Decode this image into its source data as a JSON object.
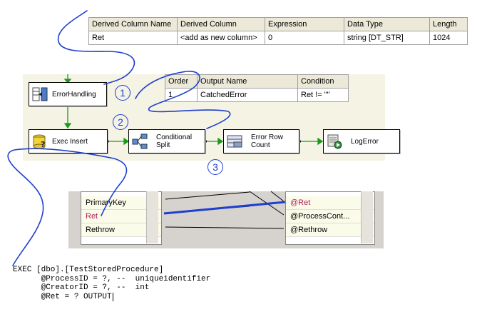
{
  "derived_grid": {
    "headers": [
      "Derived Column Name",
      "Derived Column",
      "Expression",
      "Data Type",
      "Length"
    ],
    "row": [
      "Ret",
      "<add as new column>",
      "0",
      "string [DT_STR]",
      "1024"
    ]
  },
  "split_grid": {
    "headers": [
      "Order",
      "Output Name",
      "Condition"
    ],
    "row": [
      "1",
      "CatchedError",
      "Ret != \"\""
    ]
  },
  "tasks": {
    "error_handling": "ErrorHandling",
    "exec_insert": "Exec Insert",
    "conditional_split": "Conditional Split",
    "error_row_count": "Error Row Count",
    "log_error": "LogError"
  },
  "badges": [
    "1",
    "2",
    "3"
  ],
  "mapping": {
    "input_columns": [
      "PrimaryKey",
      "Ret",
      "Rethrow"
    ],
    "parameters": [
      "@Ret",
      "@ProcessCont...",
      "@Rethrow"
    ]
  },
  "sql": {
    "line1": "EXEC [dbo].[TestStoredProcedure]",
    "line2": "      @ProcessID = ?, --  uniqueidentifier",
    "line3": "      @CreatorID = ?, --  int",
    "line4": "      @Ret = ? OUTPUT"
  },
  "colors": {
    "annotation_blue": "#1f3fcf",
    "flow_green": "#1a9a1a",
    "param_red": "#b0205a",
    "canvas_bg": "#f5f3e4"
  }
}
